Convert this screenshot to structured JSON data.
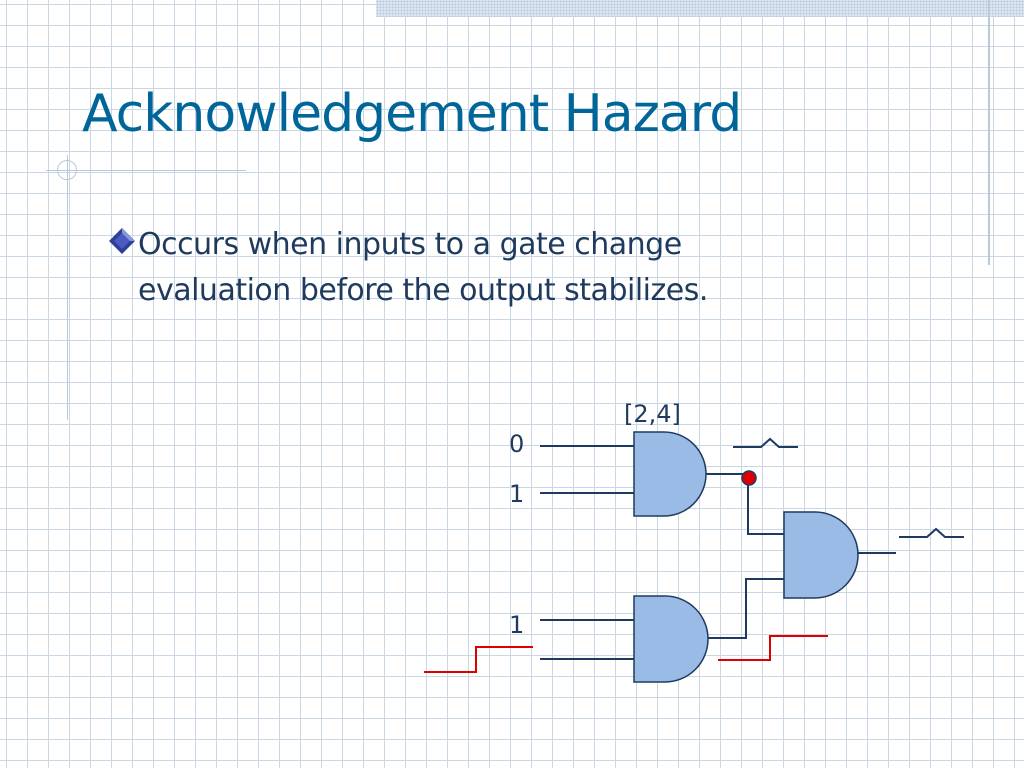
{
  "slide": {
    "title": "Acknowledgement Hazard",
    "bullet": "Occurs when inputs to a gate change\nevaluation before the output stabilizes."
  },
  "circuit": {
    "delay_label": "[2,4]",
    "input_labels": [
      "0",
      "1",
      "1"
    ],
    "colors": {
      "gate_fill": "#99bbe5",
      "wire": "#1f3a5f",
      "signal_transition": "#dd0000",
      "node_marker": "#dd0000"
    }
  }
}
